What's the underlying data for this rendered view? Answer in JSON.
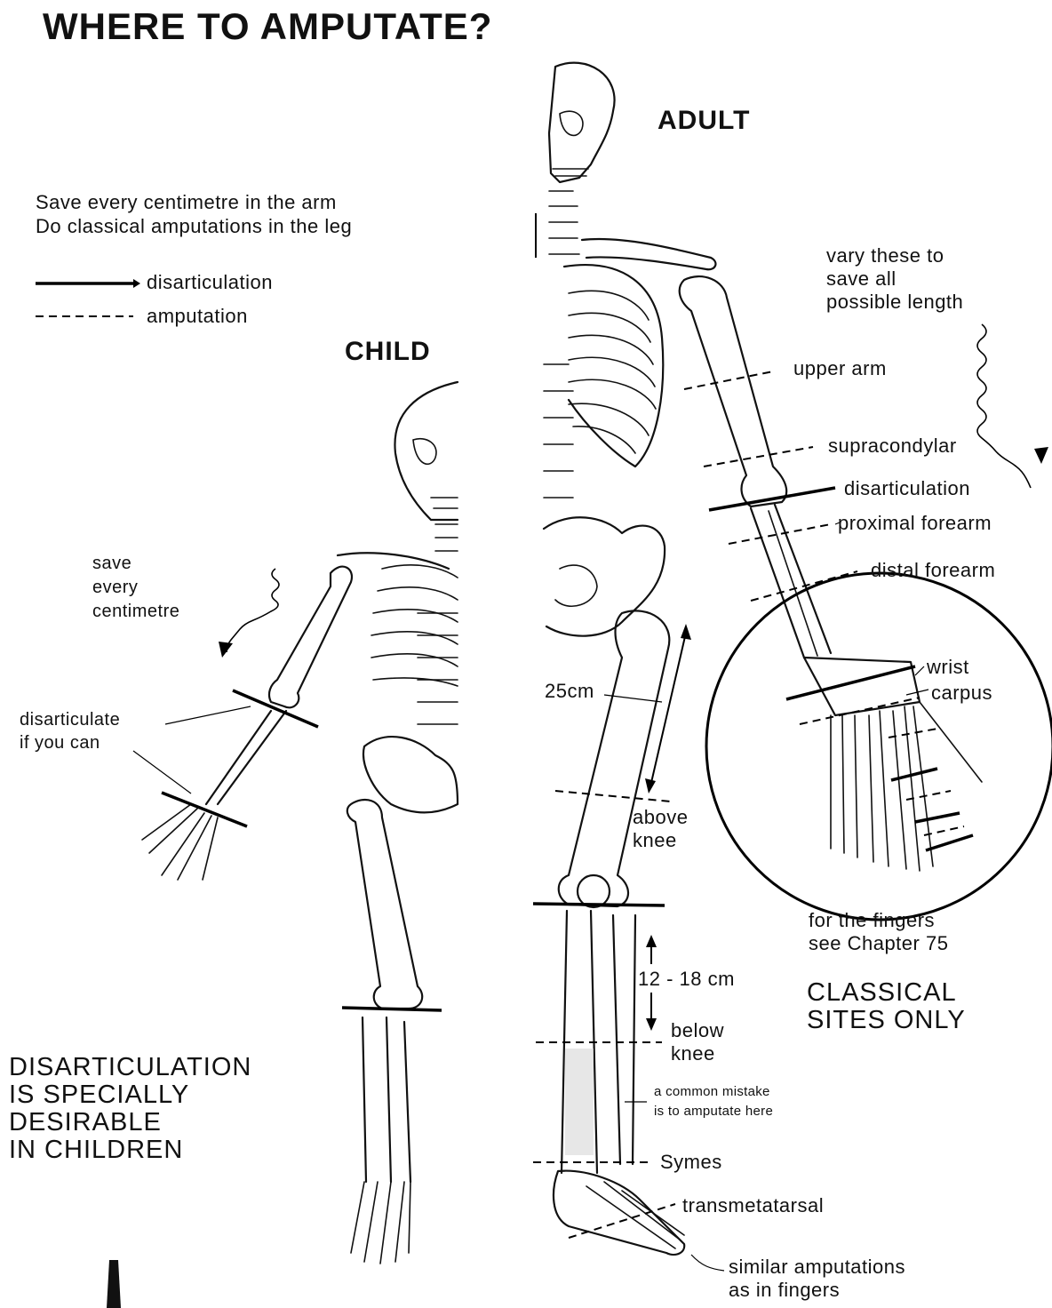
{
  "title": "WHERE TO AMPUTATE?",
  "headings": {
    "adult": "ADULT",
    "child": "CHILD"
  },
  "intro": {
    "line1": "Save every centimetre in the arm",
    "line2": "Do classical amputations in the leg"
  },
  "legend": {
    "disarticulation": "disarticulation",
    "amputation": "amputation"
  },
  "child_labels": {
    "save1": "save",
    "save2": "every",
    "save3": "centimetre",
    "disart1": "disarticulate",
    "disart2": "if you can"
  },
  "adult_labels": {
    "vary1": "vary these to",
    "vary2": "save all",
    "vary3": "possible length",
    "upper_arm": "upper arm",
    "supracondylar": "supracondylar",
    "disarticulation": "disarticulation",
    "proximal_forearm": "proximal forearm",
    "distal_forearm": "distal forearm",
    "wrist": "wrist",
    "carpus": "carpus",
    "fingers1": "for the fingers",
    "fingers2": "see Chapter 75",
    "classical1": "CLASSICAL",
    "classical2": "SITES ONLY",
    "cm25": "25cm",
    "above1": "above",
    "above2": "knee",
    "cm12": "12 - 18 cm",
    "below1": "below",
    "below2": "knee",
    "mistake1": "a common mistake",
    "mistake2": "is to amputate here",
    "symes": "Symes",
    "transmetatarsal": "transmetatarsal",
    "similar1": "similar amputations",
    "similar2": "as in fingers"
  },
  "bottom_note": {
    "line1": "DISARTICULATION",
    "line2": "IS SPECIALLY",
    "line3": "DESIRABLE",
    "line4": "IN CHILDREN"
  }
}
